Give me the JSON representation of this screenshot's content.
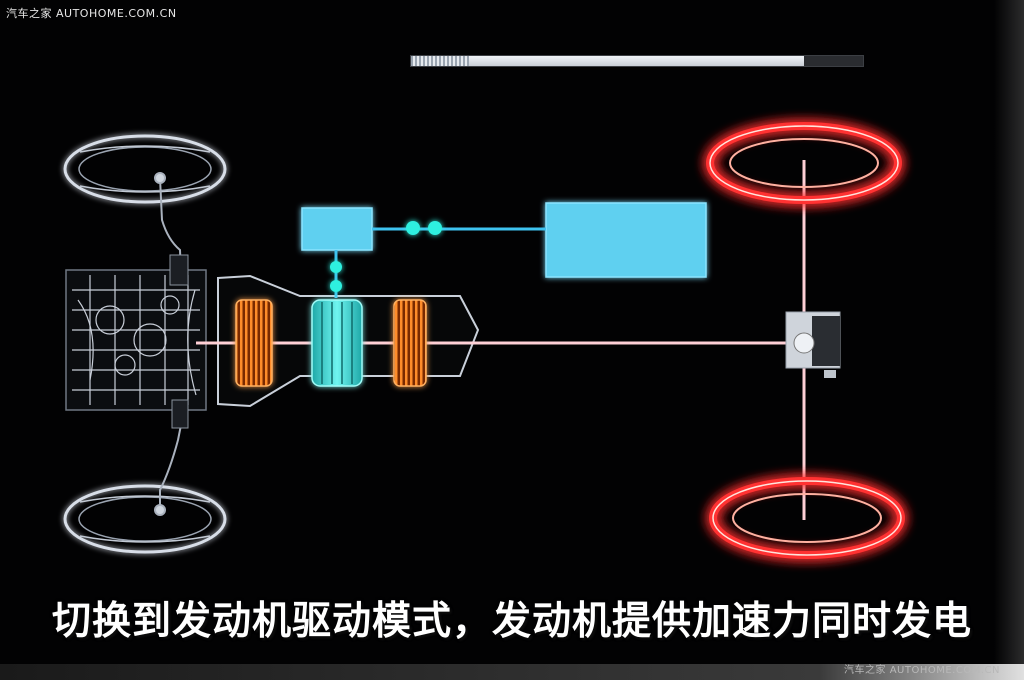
{
  "watermark": {
    "top": "汽车之家 AUTOHOME.COM.CN",
    "bottom": "汽车之家 AUTOHOME.COM.CN"
  },
  "progress": {
    "value": 0.87
  },
  "caption": "切换到发动机驱动模式，发动机提供加速力同时发电",
  "colors": {
    "background": "#020203",
    "wheel_idle": "#d8dee8",
    "wheel_active": "#ff3030",
    "drive_shaft": "#ff6a7a",
    "motor_generator": "#2fe0e0",
    "clutch": "#ff8a20",
    "inverter_battery": "#5fd0f0"
  },
  "icons": {
    "front_wheels": "tire-icon",
    "rear_wheels": "tire-icon",
    "engine": "engine-icon",
    "transmission": "transmission-icon",
    "battery": "battery-icon",
    "inverter": "inverter-icon",
    "differential": "differential-icon"
  }
}
